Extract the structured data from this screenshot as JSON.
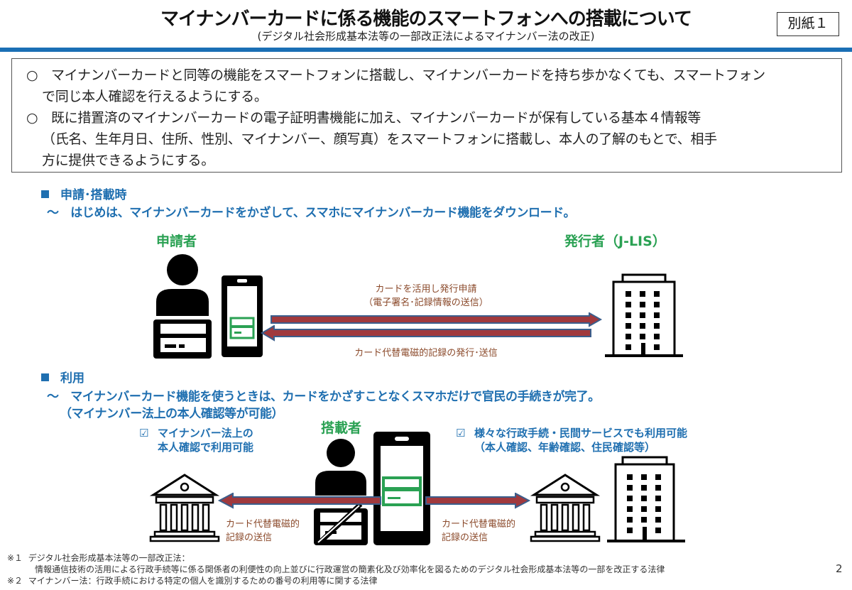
{
  "header": {
    "title": "マイナンバーカードに係る機能のスマートフォンへの搭載について",
    "subtitle": "(デジタル社会形成基本法等の一部改正法によるマイナンバー法の改正)",
    "appendix_label": "別紙１",
    "accent_color": "#1b6fb5"
  },
  "summary": {
    "bullet_icon": "○",
    "items": [
      {
        "line1": "○　マイナンバーカードと同等の機能をスマートフォンに搭載し、マイナンバーカードを持ち歩かなくても、スマートフォン",
        "line2": "で同じ本人確認を行えるようにする。"
      },
      {
        "line1": "○　既に措置済のマイナンバーカードの電子証明書機能に加え、マイナンバーカードが保有している基本４情報等",
        "line2": "（氏名、生年月日、住所、性別、マイナンバー、顔写真）をスマートフォンに搭載し、本人の了解のもとで、相手",
        "line3": "方に提供できるようにする。"
      }
    ]
  },
  "section_apply": {
    "heading": "申請･搭載時",
    "subheading": "～　はじめは、マイナンバーカードをかざして、スマホにマイナンバーカード機能をダウンロード。",
    "applicant_label": "申請者",
    "issuer_label": "発行者（J-LIS）",
    "arrow_request_line1": "カードを活用し発行申請",
    "arrow_request_line2": "（電子署名･記録情報の送信）",
    "arrow_issue_label": "カード代替電磁的記録の発行･送信"
  },
  "section_use": {
    "heading": "利用",
    "subheading_line1": "～　マイナンバーカード機能を使うときは、カードをかざすことなくスマホだけで官民の手続きが完了。",
    "subheading_line2": "（マイナンバー法上の本人確認等が可能）",
    "holder_label": "搭載者",
    "left_note_line1": "マイナンバー法上の",
    "left_note_line2": "本人確認で利用可能",
    "right_note_line1": "様々な行政手続・民間サービスでも利用可能",
    "right_note_line2": "（本人確認、年齢確認、住民確認等）",
    "left_arrow_line1": "カード代替電磁的",
    "left_arrow_line2": "記録の送信",
    "right_arrow_line1": "カード代替電磁的",
    "right_arrow_line2": "記録の送信",
    "checkbox_icon": "☑"
  },
  "colors": {
    "section_blue": "#1f6fb0",
    "label_green": "#2aa153",
    "arrow_red": "#a0393d",
    "arrow_blue": "#3a5e8c",
    "annotation_brown": "#8b4a2b"
  },
  "footnotes": [
    {
      "mark": "※１",
      "text": "デジタル社会形成基本法等の一部改正法："
    },
    {
      "mark": "",
      "text": "情報通信技術の活用による行政手続等に係る関係者の利便性の向上並びに行政運営の簡素化及び効率化を図るためのデジタル社会形成基本法等の一部を改正する法律"
    },
    {
      "mark": "※２",
      "text": "マイナンバー法：行政手続における特定の個人を識別するための番号の利用等に関する法律"
    }
  ],
  "page_number": "2"
}
